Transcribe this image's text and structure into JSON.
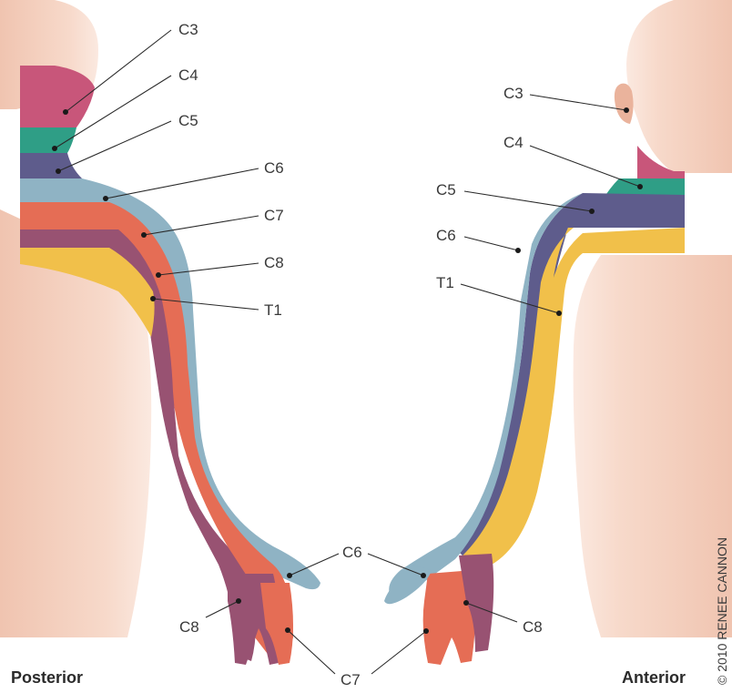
{
  "views": {
    "posterior": "Posterior",
    "anterior": "Anterior"
  },
  "copyright": "© 2010 RENEE CANNON",
  "labels": {
    "posterior": {
      "c3": "C3",
      "c4": "C4",
      "c5": "C5",
      "c6": "C6",
      "c7": "C7",
      "c8": "C8",
      "t1": "T1",
      "c8_hand": "C8"
    },
    "anterior": {
      "c3": "C3",
      "c4": "C4",
      "c5": "C5",
      "c6": "C6",
      "t1": "T1",
      "c8_hand": "C8"
    },
    "shared": {
      "c6_hand": "C6",
      "c7_hand": "C7"
    }
  },
  "colors": {
    "skin": "#f5d3c2",
    "skin_shadow": "#ebb9a4",
    "C3": "#c8567a",
    "C4": "#2f9e86",
    "C5": "#5e5c8c",
    "C6": "#8fb3c4",
    "C7": "#e56d55",
    "C8": "#985272",
    "T1": "#f1c04a"
  }
}
